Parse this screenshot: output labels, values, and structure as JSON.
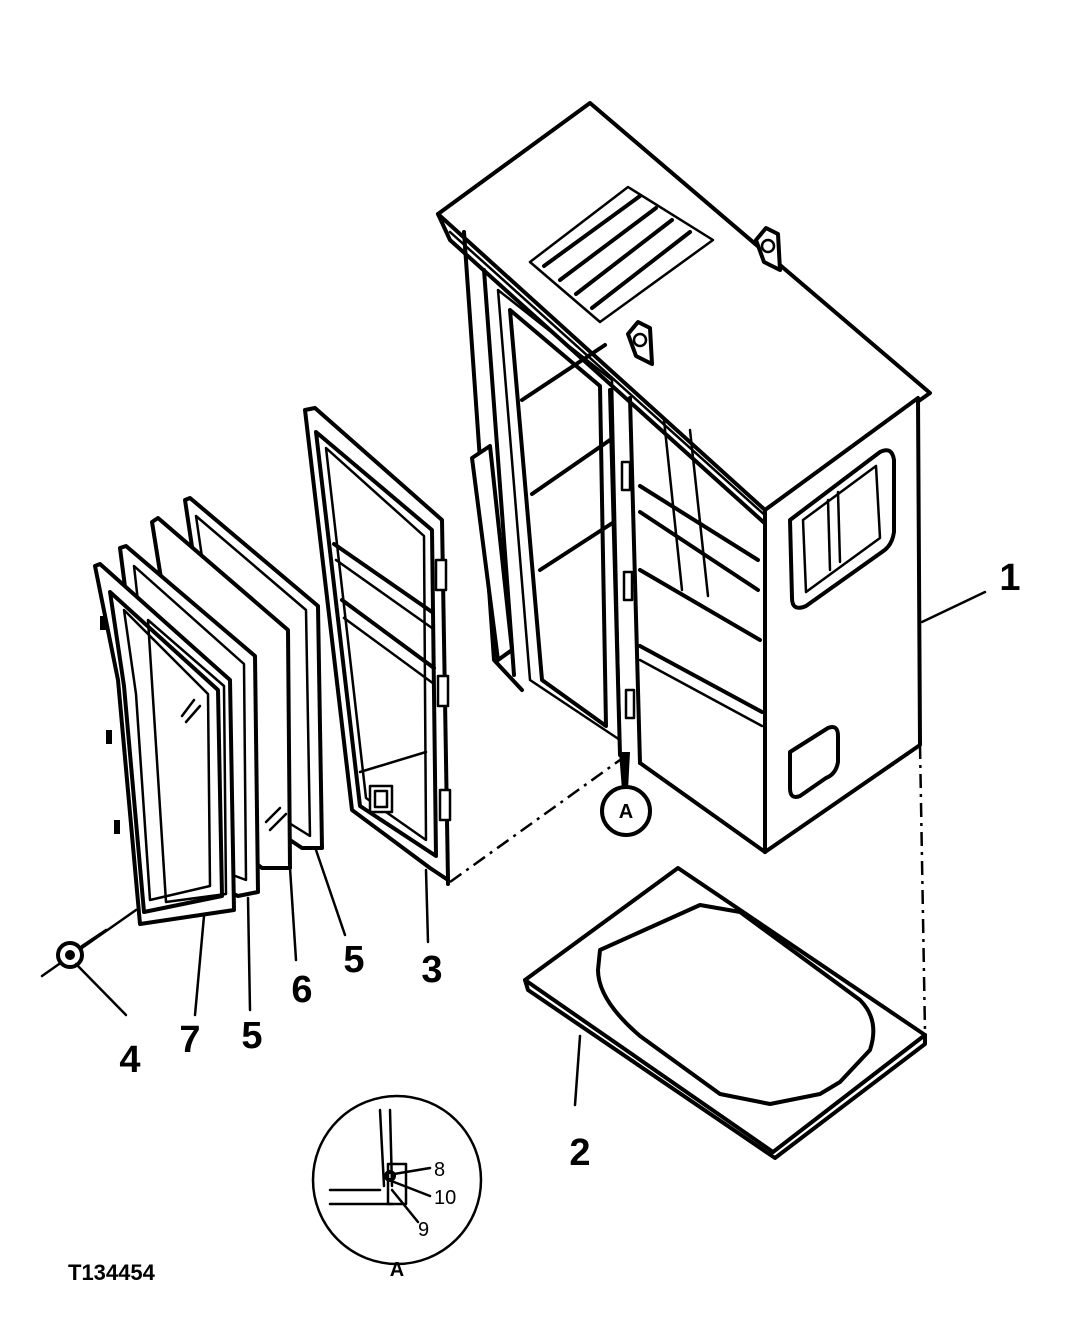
{
  "callouts": {
    "c1": "1",
    "c2": "2",
    "c3": "3",
    "c4": "4",
    "c5a": "5",
    "c5b": "5",
    "c6": "6",
    "c7": "7"
  },
  "detail": {
    "marker_label": "A",
    "circle_label": "A",
    "c8": "8",
    "c9": "9",
    "c10": "10"
  },
  "figure_id": "T134454"
}
